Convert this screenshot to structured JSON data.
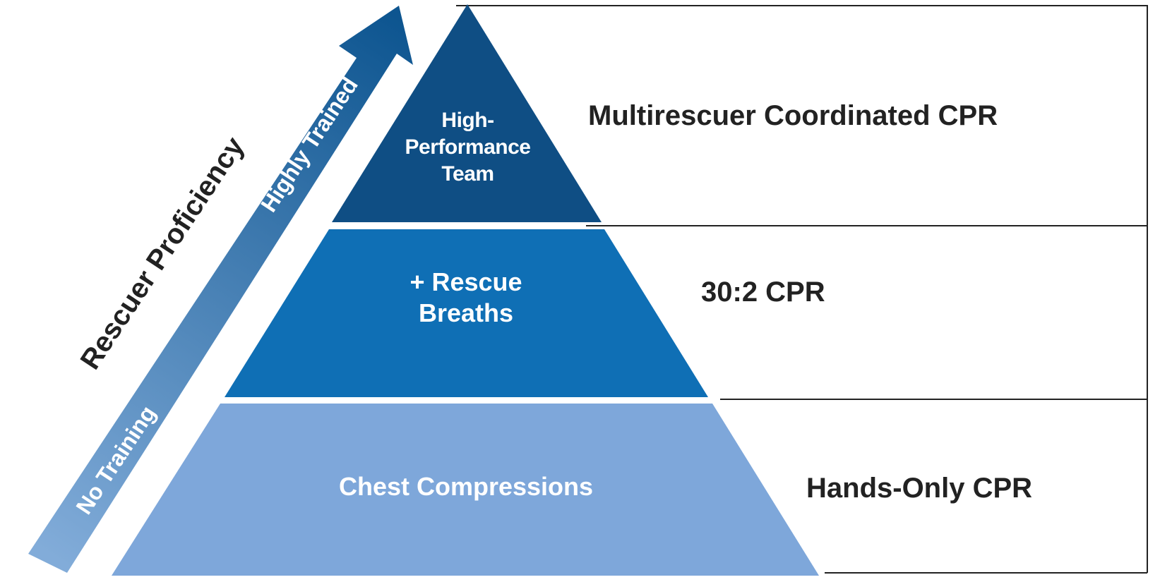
{
  "colors": {
    "tier_top": "#0f4e84",
    "tier_middle": "#0f6fb5",
    "tier_bottom": "#7ea7da",
    "arrow_dark": "#0d5590",
    "arrow_light": "#82acd9",
    "frame_line": "#222222",
    "text_dark": "#222222",
    "text_light": "#ffffff"
  },
  "pyramid": {
    "tiers": [
      {
        "key": "top",
        "lines": [
          "High-",
          "Performance",
          "Team"
        ],
        "cpr_label": "Multirescuer Coordinated CPR"
      },
      {
        "key": "middle",
        "lines": [
          "+ Rescue",
          "Breaths"
        ],
        "cpr_label": "30:2 CPR"
      },
      {
        "key": "bottom",
        "lines": [
          "Chest Compressions"
        ],
        "cpr_label": "Hands-Only CPR"
      }
    ]
  },
  "proficiency": {
    "axis_label": "Rescuer Proficiency",
    "low_label": "No Training",
    "high_label": "Highly Trained"
  }
}
